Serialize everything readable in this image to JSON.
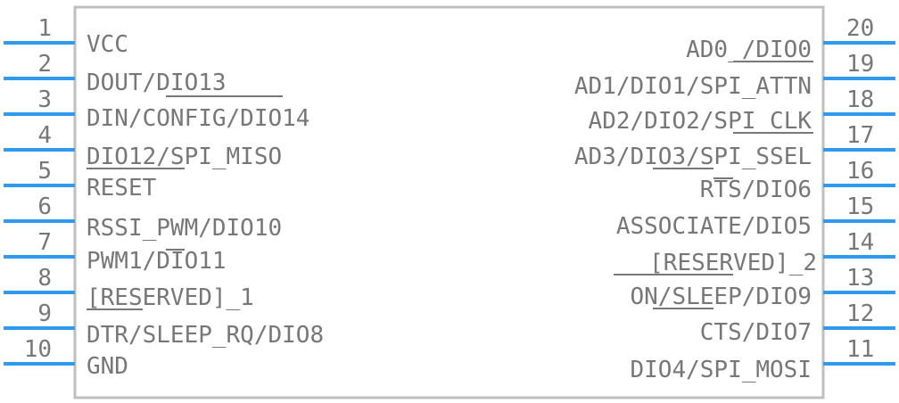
{
  "component": {
    "left_pins": [
      {
        "number": "1",
        "label": "VCC"
      },
      {
        "number": "2",
        "label": "DOUT/DIO13"
      },
      {
        "number": "3",
        "label": "DIN/CONFIG/DIO14"
      },
      {
        "number": "4",
        "label": "DIO12/SPI_MISO"
      },
      {
        "number": "5",
        "label": "RESET"
      },
      {
        "number": "6",
        "label": "RSSI_PWM/DIO10"
      },
      {
        "number": "7",
        "label": "PWM1/DIO11"
      },
      {
        "number": "8",
        "label": "[RESERVED]_1"
      },
      {
        "number": "9",
        "label": "DTR/SLEEP_RQ/DIO8"
      },
      {
        "number": "10",
        "label": "GND"
      }
    ],
    "right_pins": [
      {
        "number": "20",
        "label": "AD0_/DIO0"
      },
      {
        "number": "19",
        "label": "AD1/DIO1/SPI_ATTN"
      },
      {
        "number": "18",
        "label": "AD2/DIO2/SPI_CLK"
      },
      {
        "number": "17",
        "label": "AD3/DIO3/SPI_SSEL"
      },
      {
        "number": "16",
        "label": "RTS/DIO6"
      },
      {
        "number": "15",
        "label": "ASSOCIATE/DIO5"
      },
      {
        "number": "14",
        "label": "[RESERVED]_2"
      },
      {
        "number": "13",
        "label": "ON/SLEEP/DIO9"
      },
      {
        "number": "12",
        "label": "CTS/DIO7"
      },
      {
        "number": "11",
        "label": "DIO4/SPI_MOSI"
      }
    ]
  },
  "colors": {
    "pin_line": "#3399ee",
    "text": "#777777",
    "body_outline": "#bfbfbf"
  }
}
